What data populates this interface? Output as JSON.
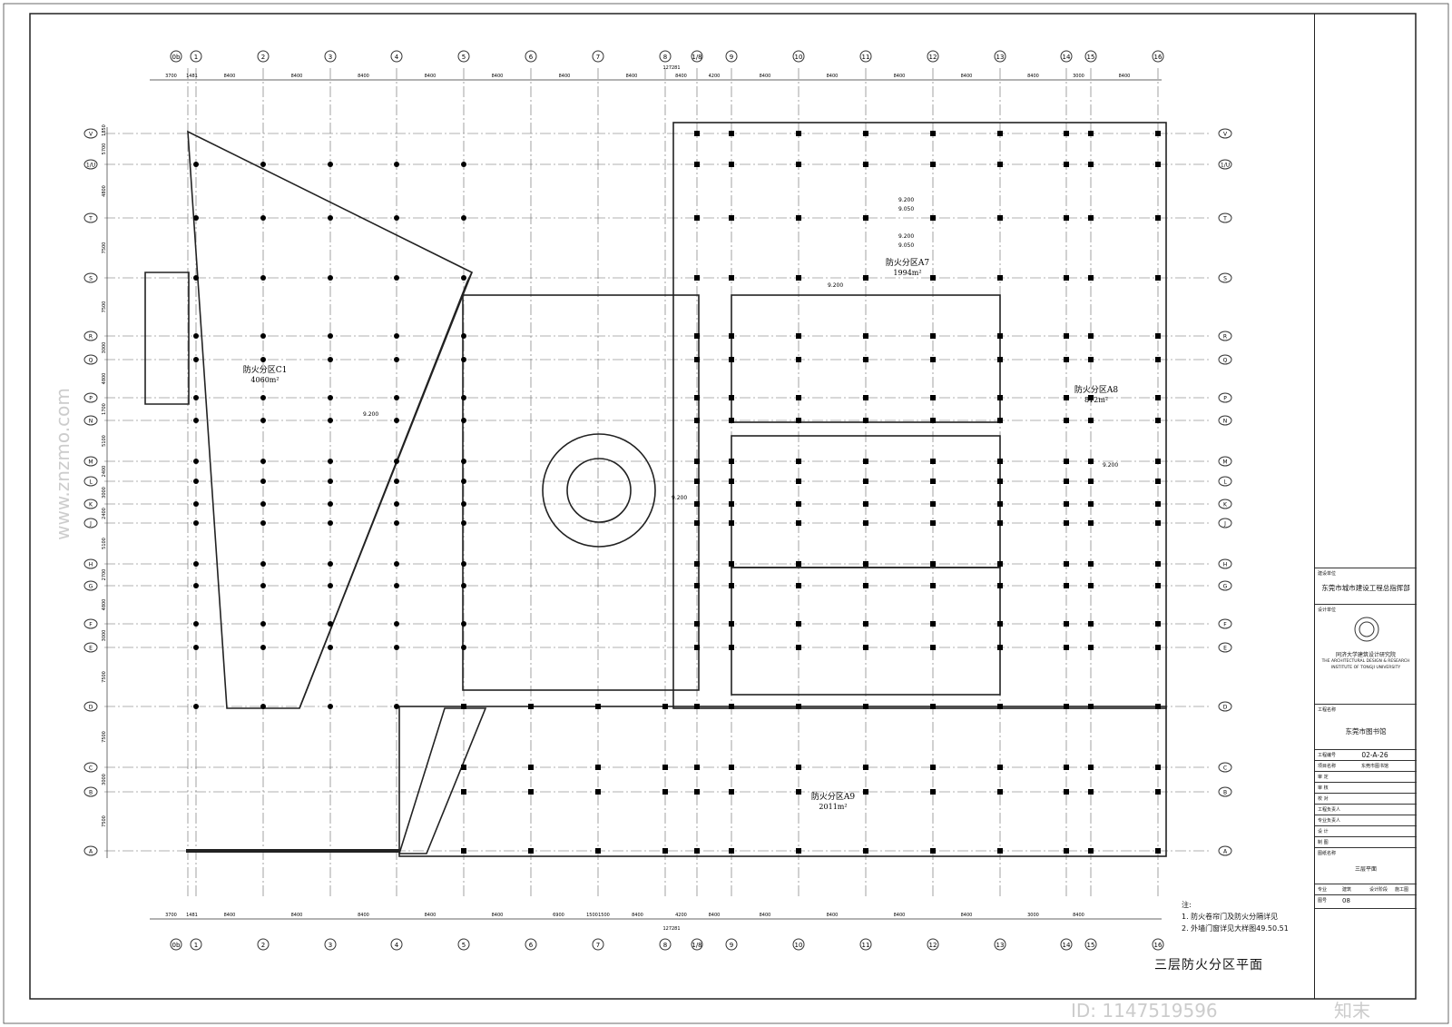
{
  "columns": [
    {
      "id": "0b",
      "label": "0b"
    },
    {
      "id": "1",
      "label": "1"
    },
    {
      "id": "2",
      "label": "2"
    },
    {
      "id": "3",
      "label": "3"
    },
    {
      "id": "4",
      "label": "4"
    },
    {
      "id": "5",
      "label": "5"
    },
    {
      "id": "6",
      "label": "6"
    },
    {
      "id": "7",
      "label": "7"
    },
    {
      "id": "8",
      "label": "8"
    },
    {
      "id": "1/8",
      "label": "1/8"
    },
    {
      "id": "9",
      "label": "9"
    },
    {
      "id": "10",
      "label": "10"
    },
    {
      "id": "11",
      "label": "11"
    },
    {
      "id": "12",
      "label": "12"
    },
    {
      "id": "13",
      "label": "13"
    },
    {
      "id": "14",
      "label": "14"
    },
    {
      "id": "15",
      "label": "15"
    },
    {
      "id": "16",
      "label": "16"
    }
  ],
  "rows": [
    "V",
    "1/U",
    "T",
    "S",
    "R",
    "Q",
    "P",
    "N",
    "M",
    "L",
    "K",
    "J",
    "H",
    "G",
    "F",
    "E",
    "D",
    "C",
    "B",
    "A"
  ],
  "top_dimensions": [
    "3700",
    "1481",
    "8400",
    "8400",
    "8400",
    "8400",
    "8400",
    "8400",
    "8400",
    "8400",
    "4200",
    "8400",
    "8400",
    "8400",
    "8400",
    "8400",
    "3000",
    "8400"
  ],
  "bottom_dimensions": [
    "3700",
    "1481",
    "8400",
    "8400",
    "8400",
    "8400",
    "8400",
    "6900",
    "1500",
    "1500",
    "8400",
    "4200",
    "8400",
    "8400",
    "8400",
    "8400",
    "8400",
    "3000",
    "8400"
  ],
  "overall_dimension": "127281",
  "left_dimensions": [
    "1850",
    "5700",
    "4800",
    "7500",
    "7500",
    "3000",
    "4800",
    "1700",
    "5100",
    "2400",
    "3000",
    "2400",
    "5100",
    "2700",
    "4800",
    "3000",
    "7500",
    "7500",
    "3000",
    "7500"
  ],
  "fire_zones": [
    {
      "name": "防火分区C1",
      "area": "4060m²"
    },
    {
      "name": "防火分区A7",
      "area": "1994m²"
    },
    {
      "name": "防火分区A8",
      "area": "812m²"
    },
    {
      "name": "防火分区A9",
      "area": "2011m²"
    }
  ],
  "levels": [
    "9.200",
    "9.050",
    "9.200",
    "9.050",
    "9.200",
    "9.200",
    "9.200",
    "9.200"
  ],
  "title_block": {
    "client_label": "建设单位",
    "client": "东莞市城市建设工程总指挥部",
    "designer_label": "设计单位",
    "designer_cn": "同济大学建筑设计研究院",
    "designer_en1": "THE ARCHITECTURAL DESIGN & RESEARCH",
    "designer_en2": "INSTITUTE OF TONGJI UNIVERSITY",
    "project_label": "工程名称",
    "project": "东莞市图书馆",
    "project_no_label": "工程编号",
    "project_no": "02-A-26",
    "item_label": "项目名称",
    "item": "东莞市图书馆",
    "roles": [
      "审 定",
      "审 核",
      "校 对",
      "工程负责人",
      "专业负责人",
      "设 计",
      "制 图"
    ],
    "drawing_label": "图纸名称",
    "drawing": "三层平面",
    "discipline_label": "专业",
    "discipline": "建筑",
    "sheet_label": "图号",
    "sheet": "08",
    "stage_label": "设计阶段",
    "stage": "施工图"
  },
  "drawing_title": "三层防火分区平面",
  "notes": {
    "heading": "注:",
    "items": [
      "1. 防火卷帘门及防火分隔详见",
      "2. 外墙门窗详见大样图49.50.51"
    ]
  },
  "watermark": {
    "brand": "知末",
    "id": "ID: 1147519596",
    "site": "www.znzmo.com"
  },
  "colors": {
    "line": "#222222",
    "grid": "#555555",
    "column": "#000000"
  }
}
